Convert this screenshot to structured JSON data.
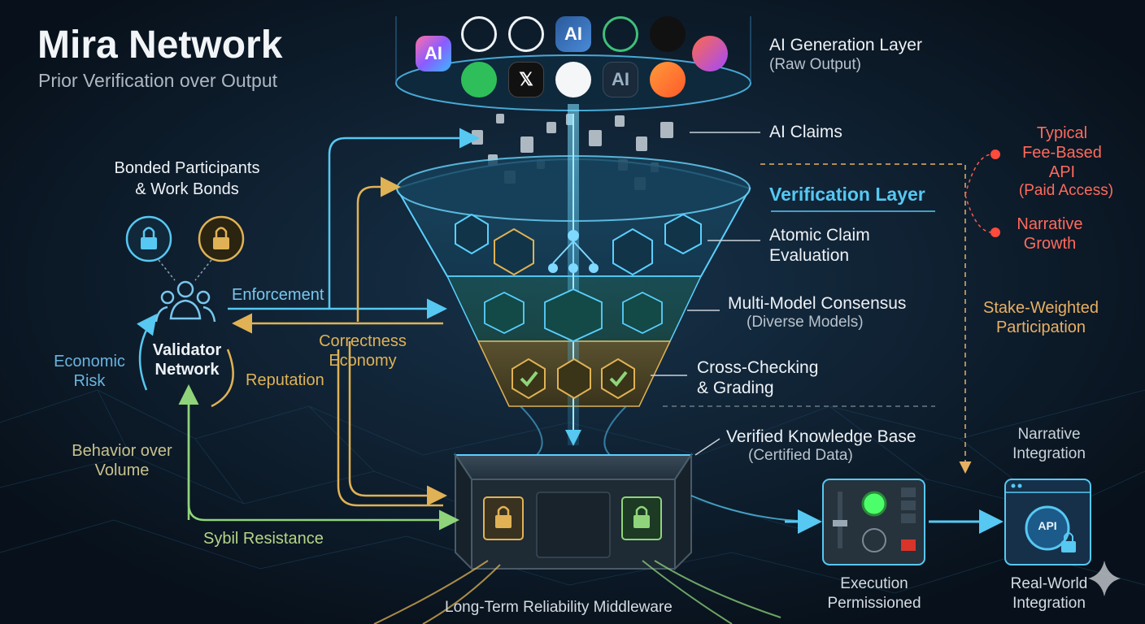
{
  "header": {
    "title": "Mira Network",
    "subtitle": "Prior Verification over Output"
  },
  "generation": {
    "title": "AI Generation Layer",
    "subtitle": "(Raw Output)",
    "logos": [
      {
        "icon": "ai-gradient-icon",
        "text": "AI"
      },
      {
        "icon": "openai-knot-icon",
        "text": ""
      },
      {
        "icon": "openai-knot-icon",
        "text": ""
      },
      {
        "icon": "ai-box-icon",
        "text": "AI"
      },
      {
        "icon": "openai-knot-green-icon",
        "text": ""
      },
      {
        "icon": "starburst-icon",
        "text": ""
      },
      {
        "icon": "triangle-a-icon",
        "text": ""
      },
      {
        "icon": "green-circle-icon",
        "text": ""
      },
      {
        "icon": "x-logo-icon",
        "text": "𝕏"
      },
      {
        "icon": "white-circle-icon",
        "text": ""
      },
      {
        "icon": "ai-dark-icon",
        "text": "AI"
      },
      {
        "icon": "orange-circle-icon",
        "text": ""
      }
    ]
  },
  "claims": {
    "label": "AI Claims"
  },
  "verification": {
    "title": "Verification Layer",
    "atomic": [
      "Atomic Claim",
      "Evaluation"
    ],
    "consensus": {
      "title": "Multi-Model Consensus",
      "subtitle": "(Diverse Models)"
    },
    "cross": [
      "Cross-Checking",
      "& Grading"
    ]
  },
  "knowledge": {
    "title": "Verified Knowledge Base",
    "subtitle": "(Certified Data)"
  },
  "middleware": {
    "label": "Long-Term Reliability Middleware"
  },
  "left": {
    "bonded": [
      "Bonded Participants",
      "& Work Bonds"
    ],
    "validator": [
      "Validator",
      "Network"
    ],
    "enforcement": "Enforcement",
    "correctness": [
      "Correctness",
      "Economy"
    ],
    "reputation": "Reputation",
    "economic": [
      "Economic",
      "Risk"
    ],
    "behavior": [
      "Behavior over",
      "Volume"
    ],
    "sybil": "Sybil Resistance"
  },
  "right": {
    "typical": [
      "Typical",
      "Fee-Based",
      "API",
      "(Paid Access)"
    ],
    "narrative_growth": [
      "Narrative",
      "Growth"
    ],
    "stake": [
      "Stake-Weighted",
      "Participation"
    ],
    "narrative_integration": [
      "Narrative",
      "Integration"
    ],
    "execution": [
      "Execution",
      "Permissioned"
    ],
    "realworld": [
      "Real-World",
      "Integration"
    ],
    "api_badge": "API"
  },
  "colors": {
    "background": "#0a1420",
    "cyan": "#56c8f2",
    "yellow": "#e0b255",
    "green": "#8fd47a",
    "red": "#ff5a4c",
    "orange": "#e8b062"
  }
}
